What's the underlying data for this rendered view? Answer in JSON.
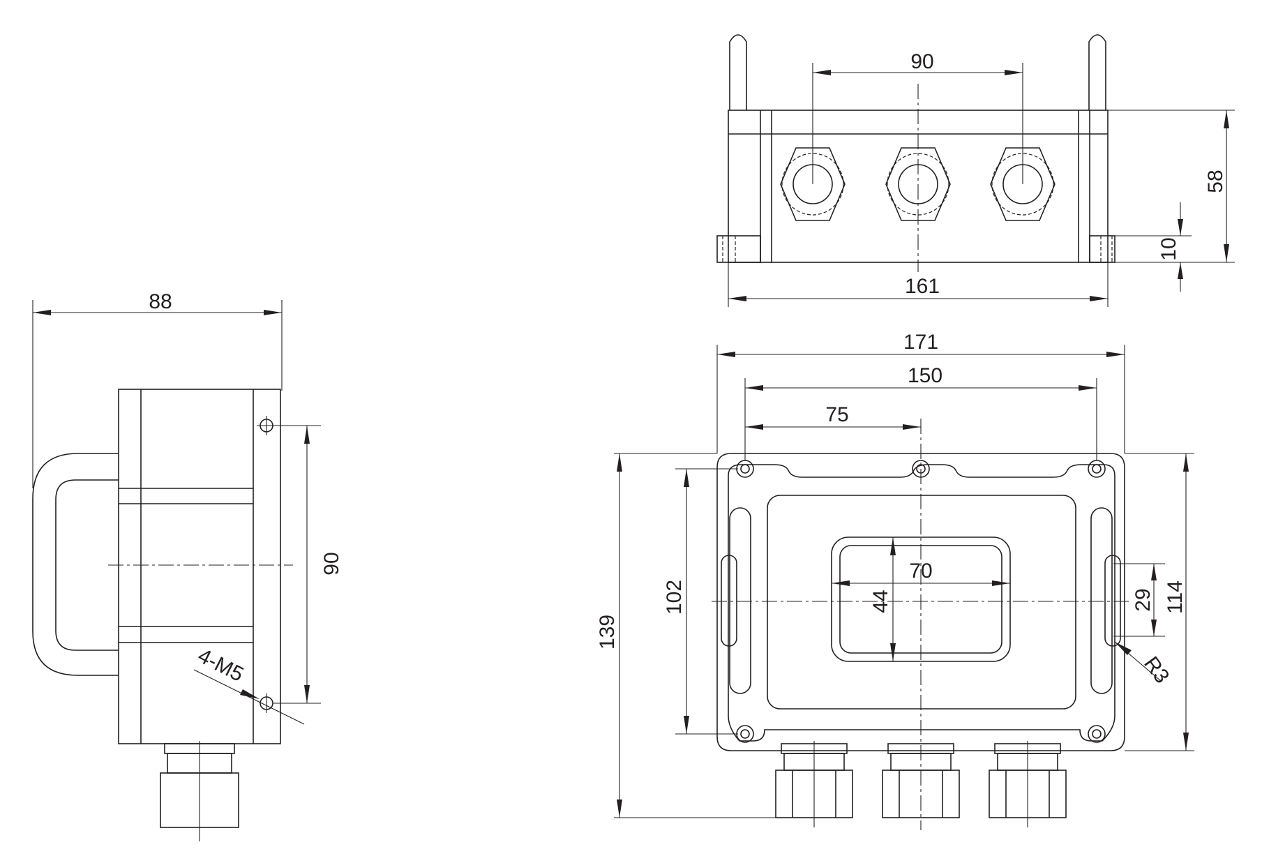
{
  "side_view": {
    "width_dim": "88",
    "height_dim": "90",
    "thread_label": "4-M5"
  },
  "top_view": {
    "spacing_dim": "90",
    "height_dim": "58",
    "flange_dim": "10",
    "base_dim": "161"
  },
  "front_view": {
    "overall_width_dim": "171",
    "hole_spacing_dim": "150",
    "half_spacing_dim": "75",
    "window_width_dim": "70",
    "window_height_dim": "44",
    "height_dim": "139",
    "hole_vertical_dim": "102",
    "body_height_dim": "114",
    "slot_dim": "29",
    "radius_label": "R3"
  },
  "colors": {
    "line": "#231f20",
    "background": "#ffffff"
  }
}
